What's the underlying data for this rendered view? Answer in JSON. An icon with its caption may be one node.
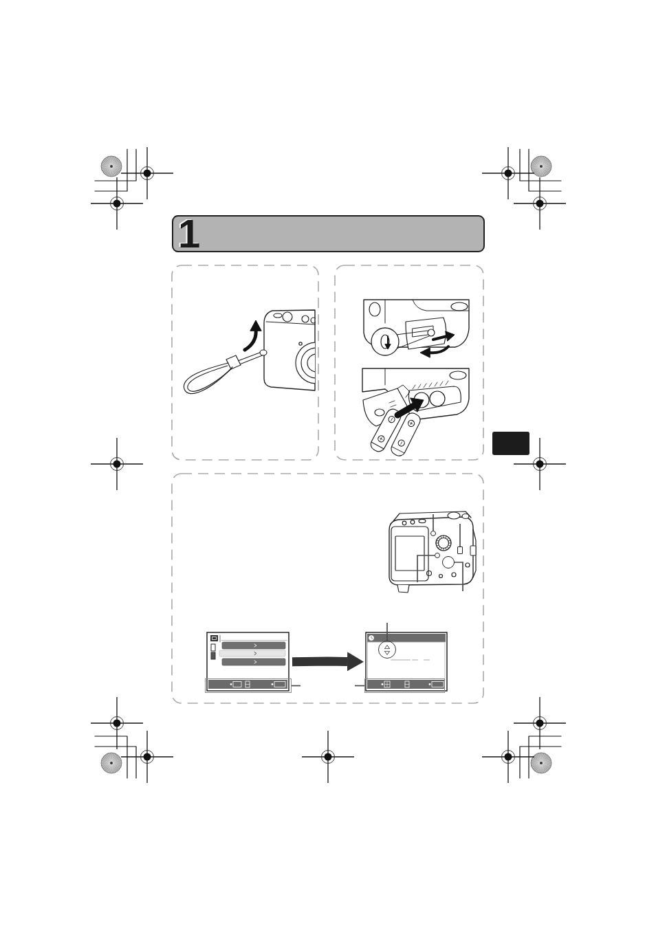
{
  "diagram": {
    "nodes": [
      {
        "text": [
          "1"
        ]
      },
      {
        "text": [],
        "shape": "box"
      },
      {
        "text": [],
        "shape": "box"
      },
      {
        "text": [],
        "shape": "box"
      },
      {
        "text": [],
        "shape": "box"
      },
      {
        "text": [],
        "shape": "picture",
        "in": 4
      },
      {
        "text": [],
        "shape": "circle",
        "in": 5
      },
      {
        "text": [],
        "shape": "box",
        "in": 5
      },
      {
        "text": [],
        "shape": "circle",
        "in": 5
      },
      {
        "text": [],
        "shape": "circle",
        "in": 5
      },
      {
        "text": [],
        "shape": "picture",
        "in": 4
      },
      {
        "text": [],
        "shape": "box",
        "in": 10
      },
      {
        "text": [],
        "shape": "picture",
        "in": 4
      },
      {
        "text": [],
        "shape": "circle",
        "in": 12
      },
      {
        "text": [],
        "shape": "box",
        "in": 12
      }
    ],
    "edges": [
      {
        "from": null,
        "to": 6,
        "arrow": "none"
      },
      {
        "from": null,
        "to": 7,
        "arrow": "none"
      },
      {
        "from": null,
        "to": 8,
        "arrow": "none"
      },
      {
        "from": null,
        "to": 9,
        "arrow": "none"
      },
      {
        "from": 10,
        "to": 12,
        "arrow": "to",
        "style": "thick"
      },
      {
        "from": null,
        "to": 13,
        "arrow": "none"
      },
      {
        "from": null,
        "to": 11,
        "arrow": "none"
      },
      {
        "from": null,
        "to": 14,
        "arrow": "none"
      }
    ]
  }
}
